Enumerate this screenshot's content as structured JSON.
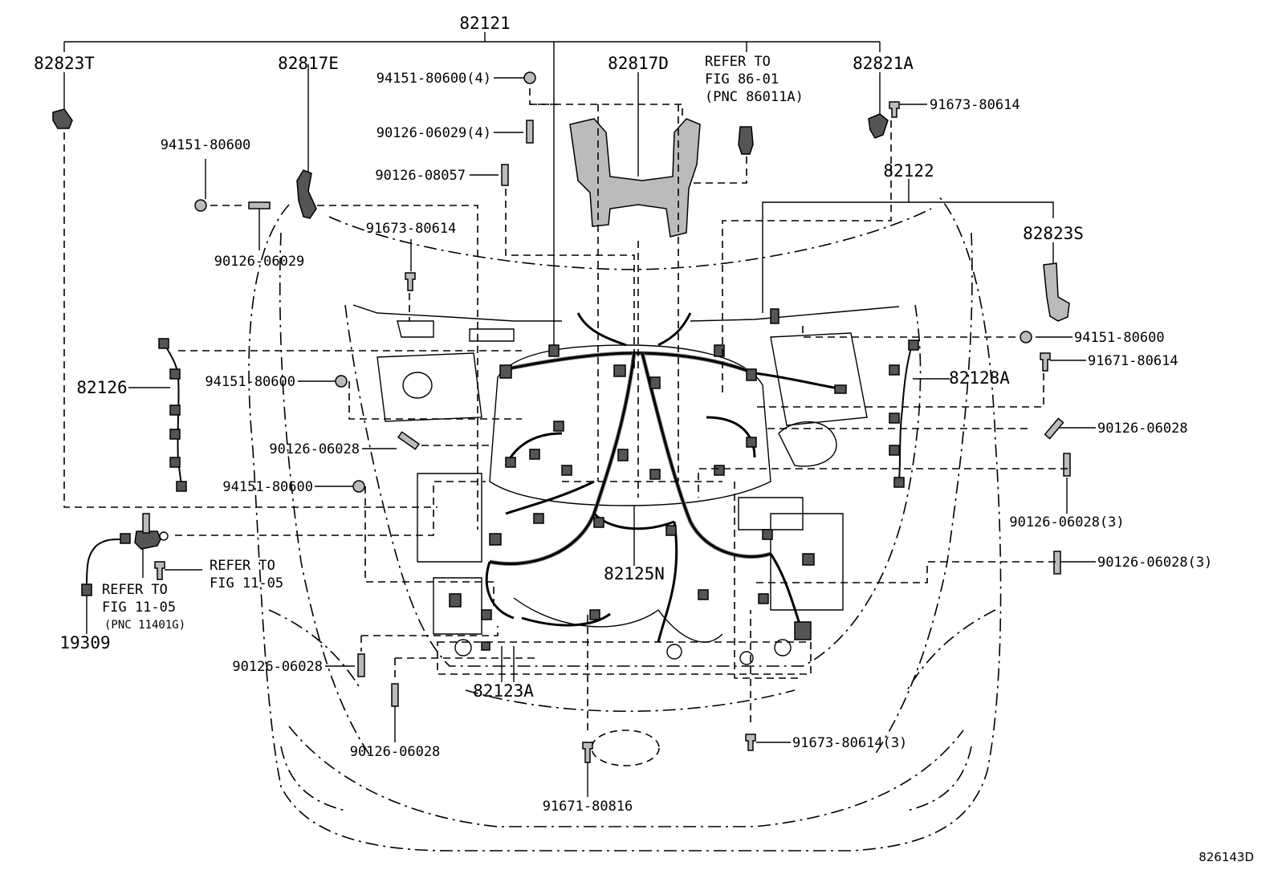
{
  "diagram": {
    "drawing_id": "826143D",
    "labels": {
      "top": "82121",
      "l_82823T": "82823T",
      "l_82817E": "82817E",
      "l_82817D": "82817D",
      "l_82821A": "82821A",
      "l_82122": "82122",
      "l_82823S": "82823S",
      "l_82126": "82126",
      "l_82128A": "82128A",
      "l_82125N": "82125N",
      "l_82123A": "82123A",
      "l_19309": "19309",
      "nut_top4": "94151-80600(4)",
      "stud_top4": "90126-06029(4)",
      "stud_8057": "90126-08057",
      "nut_left_top": "94151-80600",
      "stud_left_top": "90126-06029",
      "bolt_mid_top": "91673-80614",
      "nut_left_mid": "94151-80600",
      "stud_left_mid": "90126-06028",
      "nut_left_low": "94151-80600",
      "stud_left_bot": "90126-06028",
      "stud_left_bot2": "90126-06028",
      "bolt_bottom": "91671-80816",
      "bolt_bottom_right": "91673-80614(3)",
      "bolt_right_top": "91673-80614",
      "nut_right": "94151-80600",
      "bolt_right": "91671-80614",
      "stud_right": "90126-06028",
      "stud_right_3a": "90126-06028(3)",
      "stud_right_3b": "90126-06028(3)"
    },
    "refer_top": [
      "REFER TO",
      "FIG 86-01",
      "(PNC 86011A)"
    ],
    "refer_left": [
      "REFER TO",
      "FIG 11-05",
      "(PNC 11401G)"
    ],
    "refer_right": [
      "REFER TO",
      "FIG 11-05"
    ]
  }
}
